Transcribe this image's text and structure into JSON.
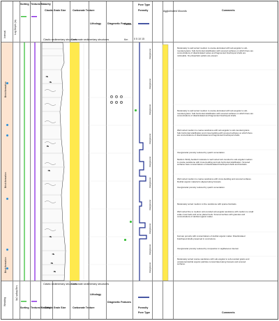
{
  "header": {
    "log_depth": "Log Depth (m)",
    "interval": "Interval",
    "sorting": "Sorting",
    "textural_maturity": "Textural Maturity",
    "clastic_grain_size": "Clastic Grain Size",
    "clastic_structures": "Clastic sedimentary structures",
    "carbonate_texture": "Carbonate Texture",
    "carbonate_structures": "Carbonate sedimentary structures",
    "lithology": "Lithology",
    "diagenetic_features": "Diagenetic Features",
    "facies_label": "Facies",
    "pore_type": "Pore Type",
    "porosity": "Porosity",
    "agglutinated": "Agglutinated Mounds",
    "comments": "Comments",
    "top_misc": "Km",
    "depth_scale": "0  5  10  15"
  },
  "footer": {
    "log_depth": "Log Depth (m)",
    "sorting": "Sorting",
    "textural_maturity": "Textural Maturity",
    "clastic_structures": "Clastic sedimentary structures",
    "clastic_grain_size": "Clastic Grain Size",
    "carbonate_structures": "Carbonate sedimentary structures",
    "carbonate_texture": "Carbonate Texture",
    "lithology": "Lithology",
    "diagenetic_features": "Diagenetic Features",
    "porosity": "Porosity",
    "pore_type": "Pore Type",
    "comments": "Comments",
    "bottom_left": "Wedding"
  },
  "intervals": [
    {
      "label": "Brick formation"
    },
    {
      "label": "Brick formation"
    },
    {
      "label": "Brick formation"
    }
  ],
  "pore_labels": [
    "Intergranular",
    "Intergranular",
    "Intergranular",
    "Intergranular",
    "Intergranular",
    "Intergranular",
    "Intergranular",
    "Intergranular",
    "Intergranular",
    "Intergranular"
  ],
  "comments": [
    "Moderately to well sorted medium to coarse-laminated with sub-angular to sub-rounded grains. Sub-horizontal stratification with scoured surfaces on which there are concentrations of disarticulated valves and fragmented brachiopod shells are noticeable. No phosphatic pellets are present.",
    "Moderately to well sorted medium to coarse-laminated with sub-angular to sub-rounded grains. Sub-horizontal stratification with scoured surfaces on which there are concentrations of disarticulated and fragmented brachiopod shells.",
    "Well sorted medium to coarse sandstone with sub-angular to sub-rounded grains. Sub-horizontal stratification and cross-bedding with scoured surfaces on which there are concentrations of disarticulated and fragmented brachiopod shells.",
    "Intergranular porosity reduced by quartz cementation.",
    "Medium thickly bedded moderate to well sorted sub-rounded to sub-angular medium to coarse sandstone with cross-bedding and sub-horizontal stratification. Scoured surfaces have concentrations of disarticulated brachiopod shells and bioclasts.",
    "Well sorted medium to coarse sandstone with cross-bedding and scoured surfaces. Detrital organic material is aligned along foresets.",
    "Intergranular porosity reduced by quartz cementation.",
    "Moderately sorted medium to fine sandstone with sparse bioclasts.",
    "Well sorted fine to medium sub-rounded sub-angular sandstone with medium to small scale cross beds and some planar beds. Scoured surface with granules and concentrations of detrital organic matter.",
    "Ferroan porosity with concentrations of detrital organic matter. Disarticulated brachiopod shells preserved in concretions.",
    "Intergranular porosity reduced by compaction in argillaceous interval.",
    "Moderately sorted coarse sandstone with sub-angular to sub-rounded grains and occasional detrital organic particles concentrated along foresets and scoured surfaces."
  ],
  "colors": {
    "sorting_bar": "#3bbf3b",
    "maturity_bar": "#8a2be2",
    "lithology_fill": "#ffe94d",
    "interval_fill": "#fde4d0",
    "porosity_curve": "#1a2b8c",
    "dot_blue": "#2d8fd6",
    "dot_green": "#3bbf3b"
  }
}
